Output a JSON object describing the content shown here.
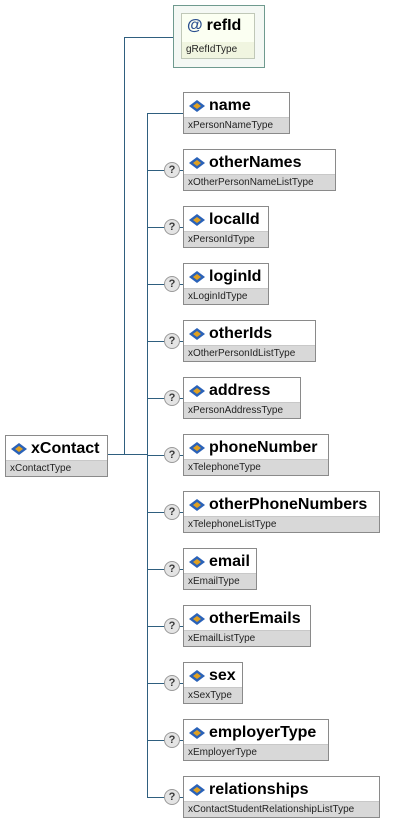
{
  "root": {
    "name": "xContact",
    "type": "xContactType"
  },
  "attribute": {
    "name": "refId",
    "type": "gRefIdType"
  },
  "optional_marker": "?",
  "elements": [
    {
      "name": "name",
      "type": "xPersonNameType",
      "optional": false
    },
    {
      "name": "otherNames",
      "type": "xOtherPersonNameListType",
      "optional": true
    },
    {
      "name": "localId",
      "type": "xPersonIdType",
      "optional": true
    },
    {
      "name": "loginId",
      "type": "xLoginIdType",
      "optional": true
    },
    {
      "name": "otherIds",
      "type": "xOtherPersonIdListType",
      "optional": true
    },
    {
      "name": "address",
      "type": "xPersonAddressType",
      "optional": true
    },
    {
      "name": "phoneNumber",
      "type": "xTelephoneType",
      "optional": true
    },
    {
      "name": "otherPhoneNumbers",
      "type": "xTelephoneListType",
      "optional": true
    },
    {
      "name": "email",
      "type": "xEmailType",
      "optional": true
    },
    {
      "name": "otherEmails",
      "type": "xEmailListType",
      "optional": true
    },
    {
      "name": "sex",
      "type": "xSexType",
      "optional": true
    },
    {
      "name": "employerType",
      "type": "xEmployerType",
      "optional": true
    },
    {
      "name": "relationships",
      "type": "xContactStudentRelationshipListType",
      "optional": true
    }
  ],
  "colors": {
    "connector": "#2f5f7f",
    "type_bar": "#d8d8d8",
    "icon_blue": "#2a62b8",
    "icon_gold": "#e0a020"
  }
}
